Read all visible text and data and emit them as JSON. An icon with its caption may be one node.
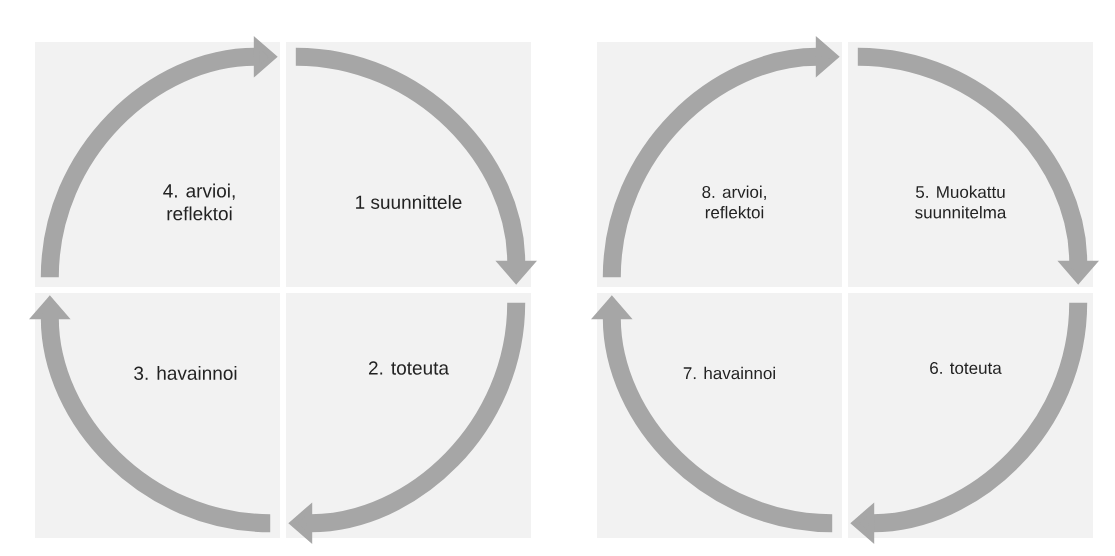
{
  "diagram": {
    "nodes": [
      {
        "text": [
          "4. arvioi, reflektoi"
        ]
      },
      {
        "text": [
          "1 suunnittele"
        ]
      },
      {
        "text": [
          "3. havainnoi"
        ]
      },
      {
        "text": [
          "2. toteuta"
        ]
      },
      {
        "text": [
          "8. arvioi, reflektoi"
        ]
      },
      {
        "text": [
          "5. Muokattu suunnitelma"
        ]
      },
      {
        "text": [
          "7. havainnoi"
        ]
      },
      {
        "text": [
          "6. toteuta"
        ]
      }
    ],
    "edges": [
      {
        "from": 0,
        "to": 1,
        "arrow": "to"
      },
      {
        "from": 1,
        "to": 3,
        "arrow": "to"
      },
      {
        "from": 3,
        "to": 2,
        "arrow": "to"
      },
      {
        "from": 2,
        "to": 0,
        "arrow": "to"
      },
      {
        "from": 4,
        "to": 5,
        "arrow": "to"
      },
      {
        "from": 5,
        "to": 7,
        "arrow": "to"
      },
      {
        "from": 7,
        "to": 6,
        "arrow": "to"
      },
      {
        "from": 6,
        "to": 4,
        "arrow": "to"
      }
    ]
  }
}
